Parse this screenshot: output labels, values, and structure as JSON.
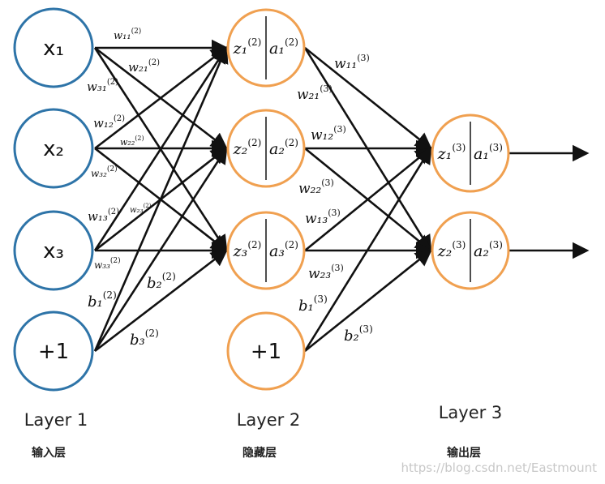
{
  "layers": [
    {
      "title": "Layer 1",
      "name": "输入层"
    },
    {
      "title": "Layer 2",
      "name": "隐藏层"
    },
    {
      "title": "Layer 3",
      "name": "输出层"
    }
  ],
  "input_nodes": [
    "x₁",
    "x₂",
    "x₃",
    "+1"
  ],
  "hidden_nodes": [
    {
      "z": "z₁",
      "a": "a₁",
      "sup": "(2)"
    },
    {
      "z": "z₂",
      "a": "a₂",
      "sup": "(2)"
    },
    {
      "z": "z₃",
      "a": "a₃",
      "sup": "(2)"
    }
  ],
  "hidden_bias": "+1",
  "output_nodes": [
    {
      "z": "z₁",
      "a": "a₁",
      "sup": "(3)"
    },
    {
      "z": "z₂",
      "a": "a₂",
      "sup": "(3)"
    }
  ],
  "weights_layer2": [
    "w₁₁",
    "w₂₁",
    "w₃₁",
    "w₁₂",
    "w₂₂",
    "w₃₂",
    "w₁₃",
    "w₂₃",
    "w₃₃"
  ],
  "bias_layer2": [
    "b₁",
    "b₂",
    "b₃"
  ],
  "sup2": "(2)",
  "weights_layer3": [
    "w₁₁",
    "w₂₁",
    "w₁₂",
    "w₂₂",
    "w₁₃",
    "w₂₃"
  ],
  "bias_layer3": [
    "b₁",
    "b₂"
  ],
  "sup3": "(3)",
  "watermark": "https://blog.csdn.net/Eastmount"
}
